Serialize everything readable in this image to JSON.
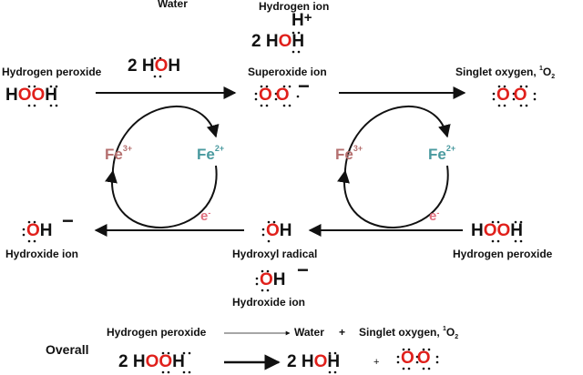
{
  "labels": {
    "water_top": "Water",
    "hydrogen_ion": "Hydrogen ion",
    "hydrogen_peroxide_left": "Hydrogen peroxide",
    "superoxide_ion": "Superoxide ion",
    "singlet_oxygen_prefix": "Singlet oxygen, ",
    "singlet_sup": "1",
    "singlet_o": "O",
    "singlet_sub": "2",
    "hydroxide_ion_left": "Hydroxide ion",
    "hydroxyl_radical": "Hydroxyl radical",
    "hydrogen_peroxide_right": "Hydrogen peroxide",
    "hydroxide_ion_bottom": "Hydroxide ion",
    "overall": "Overall",
    "overall_reactant": "Hydrogen peroxide",
    "overall_water": "Water",
    "overall_plus": "+",
    "overall_singlet_prefix": "Singlet oxygen, "
  },
  "catalyst": {
    "fe3_symbol": "Fe",
    "fe3_charge": "3+",
    "fe2_symbol": "Fe",
    "fe2_charge": "2+",
    "electron": "e",
    "electron_charge": "-"
  },
  "formulas": {
    "coef_water": "2",
    "coef_water_ion": "2",
    "h_plus": "H",
    "plus_sign": "+",
    "minus_sign": "−",
    "coef_overall_peroxide": "2",
    "coef_overall_water": "2",
    "overall_plus_sign": "+"
  },
  "colors": {
    "oxygen": "#e0201b",
    "fe3": "#b5706f",
    "fe2": "#4a9a9f",
    "electron": "#e0707f",
    "arrow": "#111111"
  }
}
